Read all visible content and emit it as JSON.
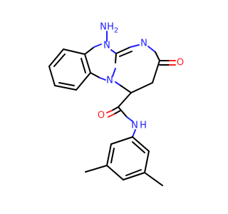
{
  "molecule": {
    "atom_labels": {
      "amino_n": "N",
      "amino_h": "H",
      "amino_sub": "2",
      "imidazole_n": "N",
      "ring_n": "N",
      "fused_n": "N",
      "ketone_o": "O",
      "amide_o": "O",
      "amide_n": "N",
      "amide_h": "H"
    },
    "colors": {
      "carbon": "#000000",
      "nitrogen": "#2020ff",
      "oxygen": "#ff2020"
    }
  }
}
